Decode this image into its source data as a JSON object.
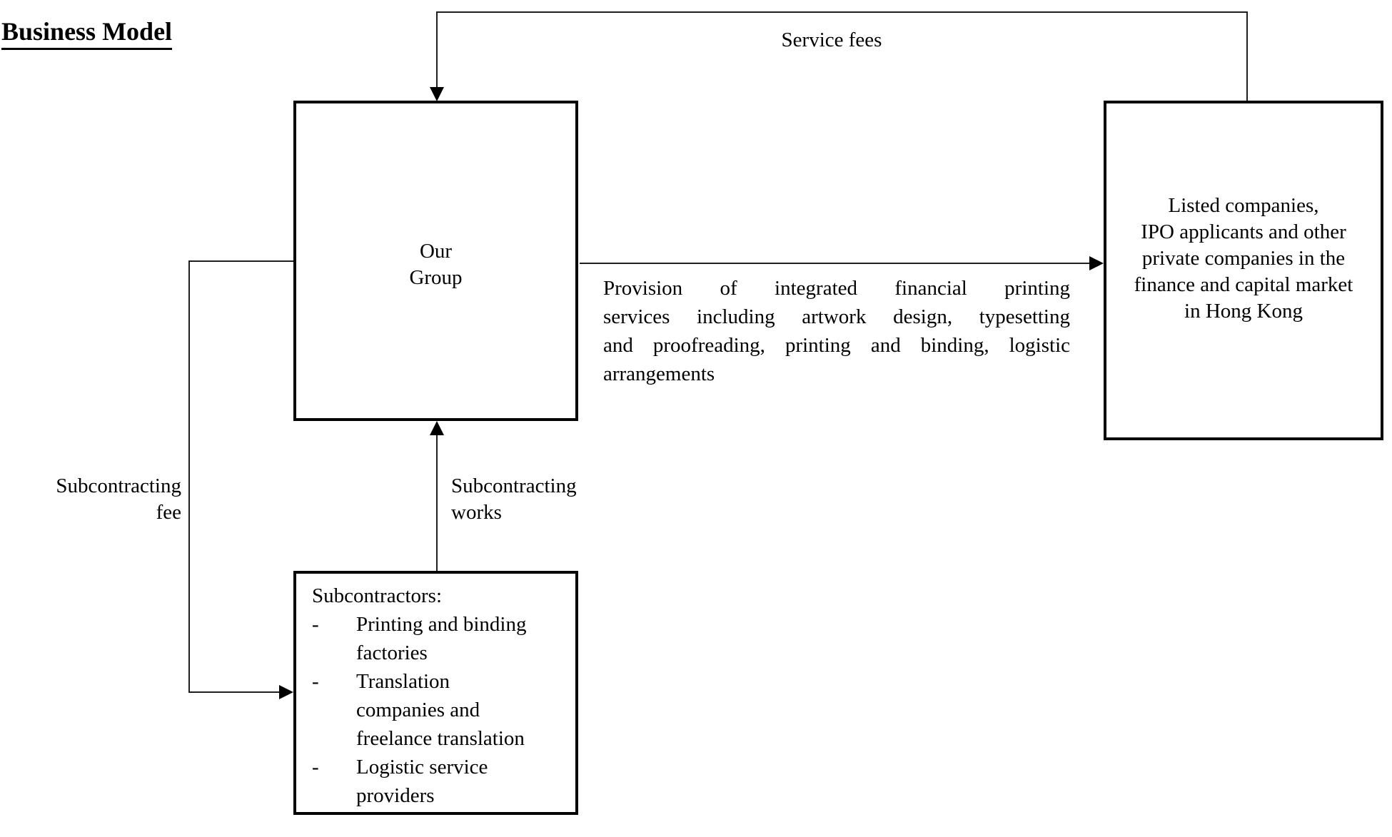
{
  "title": "Business Model",
  "edges": {
    "service_fees": {
      "label": "Service fees"
    },
    "provision": {
      "lines": [
        "Provision of integrated financial printing",
        "services including artwork design, typesetting",
        "and proofreading, printing and binding, logistic",
        "arrangements"
      ]
    },
    "subcontracting_fee": {
      "lines": [
        "Subcontracting",
        "fee"
      ]
    },
    "subcontracting_works": {
      "lines": [
        "Subcontracting",
        "works"
      ]
    }
  },
  "boxes": {
    "our_group": {
      "lines": [
        "Our",
        "Group"
      ]
    },
    "clients": {
      "lines": [
        "Listed companies,",
        "IPO applicants and other",
        "private companies in the",
        "finance and capital market",
        "in Hong Kong"
      ]
    },
    "subcontractors": {
      "heading": "Subcontractors:",
      "bullet": "-",
      "items": [
        {
          "lines": [
            "Printing and binding",
            "factories"
          ]
        },
        {
          "lines": [
            "Translation",
            "companies and",
            "freelance translation"
          ]
        },
        {
          "lines": [
            "Logistic service",
            "providers"
          ]
        }
      ]
    }
  },
  "colors": {
    "ink": "#000000",
    "background": "#ffffff"
  }
}
